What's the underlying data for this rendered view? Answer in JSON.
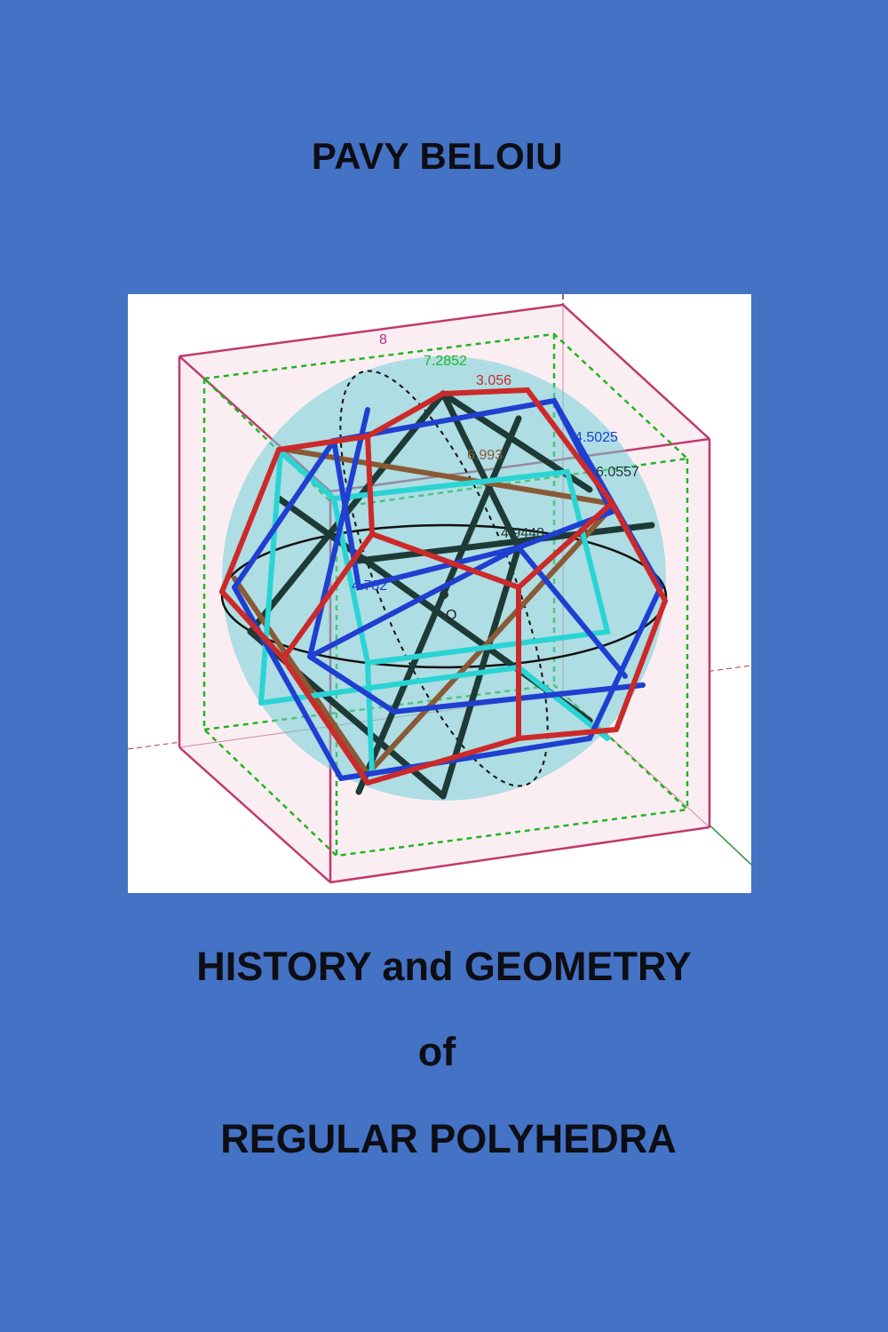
{
  "author": "PAVY BELOIU",
  "title": {
    "line1": "HISTORY and GEOMETRY",
    "line2": "of",
    "line3": "REGULAR POLYHEDRA"
  },
  "figure": {
    "labels": {
      "eight": "8",
      "green_len": "7.2852",
      "red_len": "3.056",
      "blue_len": "4.5025",
      "brown_len": "6.993",
      "black_len": "6.0557",
      "center_len": "4.9448",
      "left_blue_len": "4.782",
      "origin": "O"
    }
  },
  "colors": {
    "background": "#4472c4",
    "text": "#0d0d14",
    "frame": "#c0396b",
    "dashed_green": "#22b522",
    "sphere": "#6fcfd6",
    "red": "#cc2a2a",
    "blue": "#1f3fd1",
    "cyan": "#2ad4d4",
    "dark": "#1e3a36",
    "brown": "#8a5a36"
  }
}
